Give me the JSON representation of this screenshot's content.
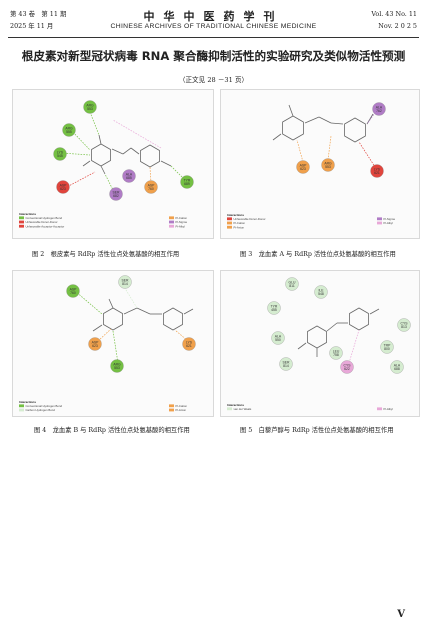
{
  "header": {
    "vol_cn": "第 43 卷　第 11 期",
    "date_cn": "2025 年 11 月",
    "journal_cn": "中华中医药学刊",
    "journal_en": "CHINESE  ARCHIVES  OF  TRADITIONAL  CHINESE  MEDICINE",
    "vol_en": "Vol. 43  No. 11",
    "date_en": "Nov.  2 0 2 5"
  },
  "article": {
    "title": "根皮素对新型冠状病毒 RNA 聚合酶抑制活性的实验研究及类似物活性预测",
    "continued": "（正文见 28 －31 页）"
  },
  "colors": {
    "h_bond": "#74c043",
    "pi_sigma": "#b07cc6",
    "pi_alkyl": "#e8a8d8",
    "pi_cation": "#f0a04b",
    "unfavorable": "#e0443c",
    "carbon_hbond": "#d5ecd0",
    "ring": "#666666"
  },
  "figures": [
    {
      "id": "fig2",
      "caption": "图 2　根皮素与 RdRp 活性位点处氨基酸的相互作用",
      "residues": [
        "ARG553",
        "ARG555",
        "LYS545",
        "ASP623",
        "SER682",
        "ASP760",
        "ALA685",
        "TYR689"
      ],
      "legend_title": "Interactions",
      "legend": [
        "Conventional Hydrogen Bond",
        "Unfavorable Donor-Donor",
        "Unfavorable Acceptor-Acceptor",
        "Pi-Cation",
        "Pi-Sigma",
        "Pi-Alkyl"
      ]
    },
    {
      "id": "fig3",
      "caption": "图 3　龙血素 A 与 RdRp 活性位点处氨基酸的相互作用",
      "residues": [
        "ALA762",
        "ASP623",
        "ARG553",
        "LYS621"
      ],
      "legend_title": "Interactions",
      "legend": [
        "Unfavorable Donor-Donor",
        "Pi-Cation",
        "Pi-Anion",
        "Pi-Sigma",
        "Pi-Alkyl"
      ]
    },
    {
      "id": "fig4",
      "caption": "图 4　龙血素 B 与 RdRp 活性位点处氨基酸的相互作用",
      "residues": [
        "ASP760",
        "SER814",
        "ASP623",
        "ARG553",
        "LYS621"
      ],
      "legend_title": "Interactions",
      "legend": [
        "Conventional Hydrogen Bond",
        "Carbon Hydrogen Bond",
        "Pi-Cation",
        "Pi-Anion"
      ]
    },
    {
      "id": "fig5",
      "caption": "图 5　白藜芦醇与 RdRp 活性位点处氨基酸的相互作用",
      "residues": [
        "GLU811",
        "ILE548",
        "TYR455",
        "CYS813",
        "ALA550",
        "LEU758",
        "TRP800",
        "SER814",
        "CYS622",
        "ALA688"
      ],
      "legend_title": "Interactions",
      "legend": [
        "van der Waals",
        "Pi-Alkyl"
      ]
    }
  ],
  "page_number": "V"
}
